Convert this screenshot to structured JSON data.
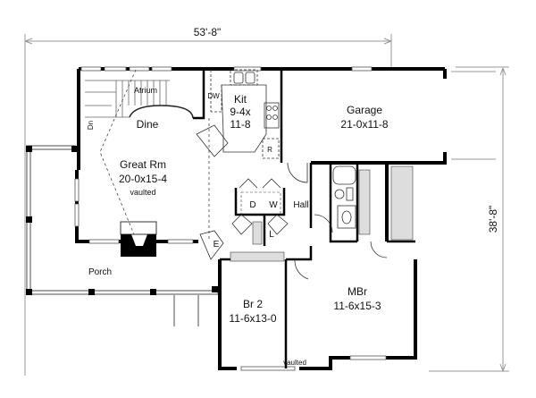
{
  "plan": {
    "overall_width": "53'-8\"",
    "overall_depth": "38'-8\"",
    "rooms": {
      "garage": {
        "name": "Garage",
        "size": "21-0x11-8"
      },
      "kitchen": {
        "name": "Kit",
        "size_line1": "9-4x",
        "size_line2": "11-8"
      },
      "great_room": {
        "name": "Great Rm",
        "size": "20-0x15-4",
        "note": "vaulted"
      },
      "dine": {
        "name": "Dine"
      },
      "atrium": {
        "name": "Atrium"
      },
      "mbr": {
        "name": "MBr",
        "size": "11-6x15-3"
      },
      "br2": {
        "name": "Br 2",
        "size": "11-6x13-0",
        "note": "vaulted"
      },
      "porch": {
        "name": "Porch"
      },
      "hall": {
        "name": "Hall"
      }
    },
    "fixtures": {
      "dishwasher": "DW",
      "refrigerator": "R",
      "dryer": "D",
      "washer": "W",
      "linen": "L",
      "entry_closet": "E",
      "down_stair": "Dn"
    },
    "colors": {
      "wall": "#000000",
      "line": "#555555",
      "dim": "#888888",
      "bg": "#ffffff"
    }
  }
}
